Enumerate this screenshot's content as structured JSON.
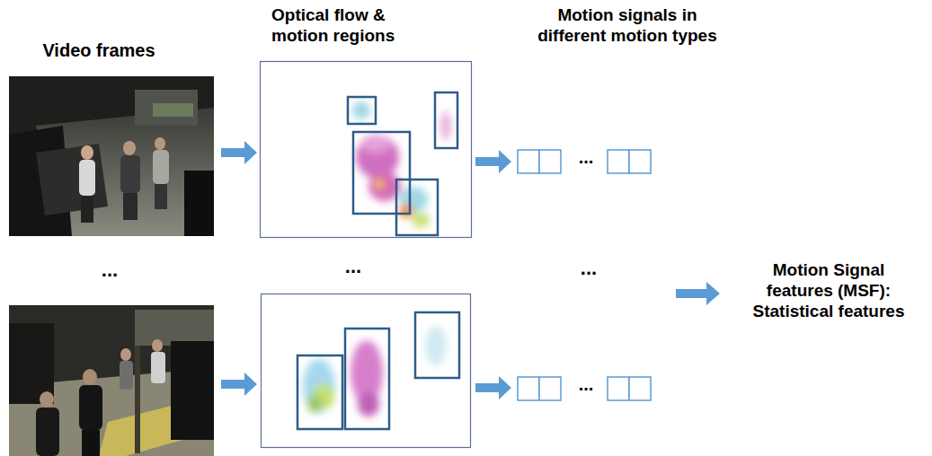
{
  "diagram": {
    "labels": [
      "Video frames",
      "Optical flow & motion regions",
      "Motion signals in different motion types",
      "...",
      "...",
      "...",
      "...",
      "Motion Signal features (MSF): Statistical features",
      "..."
    ]
  }
}
